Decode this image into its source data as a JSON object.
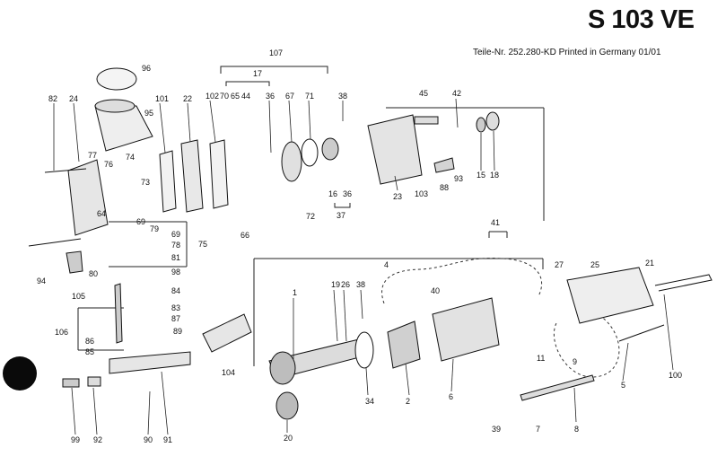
{
  "header": {
    "model": "S 103 VE",
    "part_line": "Teile-Nr. 252.280-KD  Printed in Germany  01/01"
  },
  "callouts": [
    {
      "id": "107",
      "label": "107"
    },
    {
      "id": "17",
      "label": "17"
    },
    {
      "id": "96",
      "label": "96"
    },
    {
      "id": "82",
      "label": "82"
    },
    {
      "id": "24",
      "label": "24"
    },
    {
      "id": "101",
      "label": "101"
    },
    {
      "id": "22",
      "label": "22"
    },
    {
      "id": "102",
      "label": "102"
    },
    {
      "id": "70",
      "label": "70"
    },
    {
      "id": "65",
      "label": "65"
    },
    {
      "id": "44",
      "label": "44"
    },
    {
      "id": "36a",
      "label": "36"
    },
    {
      "id": "67",
      "label": "67"
    },
    {
      "id": "71",
      "label": "71"
    },
    {
      "id": "38a",
      "label": "38"
    },
    {
      "id": "45",
      "label": "45"
    },
    {
      "id": "42",
      "label": "42"
    },
    {
      "id": "95",
      "label": "95"
    },
    {
      "id": "77",
      "label": "77"
    },
    {
      "id": "76",
      "label": "76"
    },
    {
      "id": "74",
      "label": "74"
    },
    {
      "id": "73",
      "label": "73"
    },
    {
      "id": "64",
      "label": "64"
    },
    {
      "id": "69a",
      "label": "69"
    },
    {
      "id": "69b",
      "label": "69"
    },
    {
      "id": "79",
      "label": "79"
    },
    {
      "id": "78",
      "label": "78"
    },
    {
      "id": "75",
      "label": "75"
    },
    {
      "id": "81",
      "label": "81"
    },
    {
      "id": "98",
      "label": "98"
    },
    {
      "id": "80",
      "label": "80"
    },
    {
      "id": "94",
      "label": "94"
    },
    {
      "id": "105",
      "label": "105"
    },
    {
      "id": "66",
      "label": "66"
    },
    {
      "id": "72",
      "label": "72"
    },
    {
      "id": "16",
      "label": "16"
    },
    {
      "id": "36b",
      "label": "36"
    },
    {
      "id": "37",
      "label": "37"
    },
    {
      "id": "23",
      "label": "23"
    },
    {
      "id": "103",
      "label": "103"
    },
    {
      "id": "88",
      "label": "88"
    },
    {
      "id": "93",
      "label": "93"
    },
    {
      "id": "15",
      "label": "15"
    },
    {
      "id": "18",
      "label": "18"
    },
    {
      "id": "41",
      "label": "41"
    },
    {
      "id": "4",
      "label": "4"
    },
    {
      "id": "27",
      "label": "27"
    },
    {
      "id": "25",
      "label": "25"
    },
    {
      "id": "21",
      "label": "21"
    },
    {
      "id": "40",
      "label": "40"
    },
    {
      "id": "84",
      "label": "84"
    },
    {
      "id": "83",
      "label": "83"
    },
    {
      "id": "87",
      "label": "87"
    },
    {
      "id": "106",
      "label": "106"
    },
    {
      "id": "86",
      "label": "86"
    },
    {
      "id": "85",
      "label": "85"
    },
    {
      "id": "89",
      "label": "89"
    },
    {
      "id": "1",
      "label": "1"
    },
    {
      "id": "19",
      "label": "19"
    },
    {
      "id": "26",
      "label": "26"
    },
    {
      "id": "38b",
      "label": "38"
    },
    {
      "id": "104",
      "label": "104"
    },
    {
      "id": "34",
      "label": "34"
    },
    {
      "id": "2",
      "label": "2"
    },
    {
      "id": "6",
      "label": "6"
    },
    {
      "id": "11",
      "label": "11"
    },
    {
      "id": "9",
      "label": "9"
    },
    {
      "id": "5",
      "label": "5"
    },
    {
      "id": "100",
      "label": "100"
    },
    {
      "id": "39",
      "label": "39"
    },
    {
      "id": "7",
      "label": "7"
    },
    {
      "id": "8",
      "label": "8"
    },
    {
      "id": "20",
      "label": "20"
    },
    {
      "id": "99",
      "label": "99"
    },
    {
      "id": "92",
      "label": "92"
    },
    {
      "id": "90",
      "label": "90"
    },
    {
      "id": "91",
      "label": "91"
    }
  ]
}
